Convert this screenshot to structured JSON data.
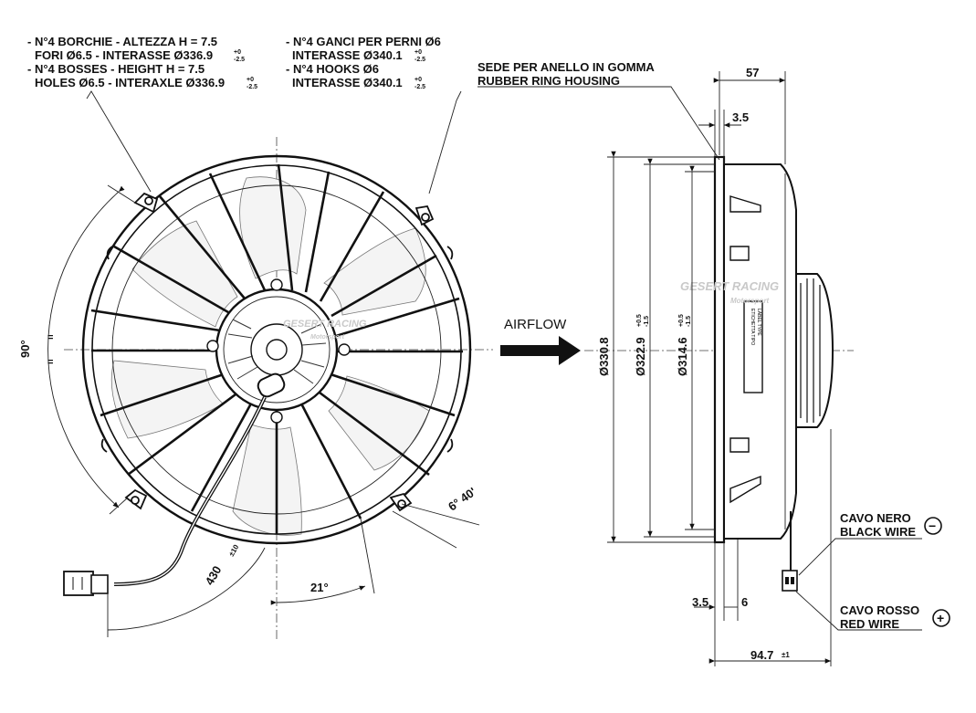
{
  "front_view": {
    "bosses_note": {
      "line1": "- N°4 BORCHIE - ALTEZZA H = 7.5",
      "line2_main": "FORI Ø6.5 - INTERASSE Ø336.9",
      "line2_tol_up": "+0",
      "line2_tol_dn": "-2.5",
      "line3": "- N°4 BOSSES - HEIGHT H = 7.5",
      "line4_main": "HOLES Ø6.5 - INTERAXLE Ø336.9",
      "line4_tol_up": "+0",
      "line4_tol_dn": "-2.5"
    },
    "hooks_note": {
      "line1": "- N°4 GANCI PER PERNI Ø6",
      "line2_main": "INTERASSE Ø340.1",
      "line2_tol_up": "+0",
      "line2_tol_dn": "-2.5",
      "line3": "- N°4 HOOKS Ø6",
      "line4_main": "INTERASSE Ø340.1",
      "line4_tol_up": "+0",
      "line4_tol_dn": "-2.5"
    },
    "angle_90": "90°",
    "angle_21": "21°",
    "angle_6_40": "6° 40'",
    "cable_length": "430",
    "cable_tol": "±10",
    "watermark_main": "GESERT RACING",
    "watermark_sub": "Motorsport"
  },
  "airflow_label": "AIRFLOW",
  "side_view": {
    "rubber_note_it": "SEDE PER ANELLO IN GOMMA",
    "rubber_note_en": "RUBBER RING HOUSING",
    "dim_57": "57",
    "dim_3_5_top": "3.5",
    "dia_330": "Ø330.8",
    "dia_322": "Ø322.9",
    "dia_322_tol_up": "+0.5",
    "dia_322_tol_dn": "-1.5",
    "dia_314": "Ø314.6",
    "dia_314_tol_up": "+0.5",
    "dia_314_tol_dn": "-1.5",
    "dim_3_5_bottom": "3.5",
    "dim_6": "6",
    "dim_94": "94.7",
    "dim_94_tol": "±1",
    "black_wire_it": "CAVO NERO",
    "black_wire_en": "BLACK WIRE",
    "red_wire_it": "CAVO ROSSO",
    "red_wire_en": "RED WIRE",
    "minus_symbol": "−",
    "plus_symbol": "+",
    "label_text_1": "ETICHETTA TIPO",
    "label_text_2": "LABEL TYPE",
    "watermark_main": "GESERT RACING",
    "watermark_sub": "Motorsport"
  }
}
